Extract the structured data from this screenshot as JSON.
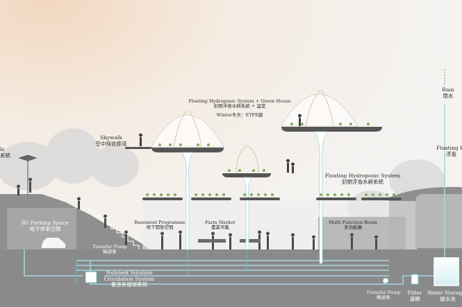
{
  "labels": {
    "parking_en": "B1 Parking Space",
    "parking_zh": "地下停車空間",
    "skywalk_en": "Skywalk",
    "skywalk_zh": "空中採收廊道",
    "greenhouse_en": "Floating Hydroponic System + Green House",
    "greenhouse_zh": "封閉浮島水耕系統 + 溫室",
    "winter": "Winter冬天：ETFE膜",
    "hydroponic_en": "Floating Hydroponic System",
    "hydroponic_zh": "封閉浮島水耕系統",
    "basement_en": "Basement Programme",
    "basement_zh": "地下開放空間",
    "farm_en": "Farm Market",
    "farm_zh": "農業市集",
    "multi_en": "Multi Function Room",
    "multi_zh": "多功能廳",
    "pump_left_en": "Transfer Pump",
    "pump_left_zh": "輸送泵",
    "nutrient_en1": "Nutrient Solution",
    "nutrient_en2": "Circulation System",
    "nutrient_zh": "養液系循環系統",
    "pump_right_en": "Transfer Pump",
    "pump_right_zh": "輸送泵",
    "filter_en": "Filter",
    "filter_zh": "濾網",
    "tank_en": "Water Storage Ta",
    "tank_zh": "儲水池",
    "rain_en": "Rain",
    "rain_zh": "雨水",
    "right_cut_en": "Floating H",
    "right_cut_zh": "浮島",
    "left_cut_1": "ls",
    "left_cut_2": "系統"
  },
  "colors": {
    "ground": "#8e8e8e",
    "basement": "#a9a9a9",
    "pipe": "#9ad0d8",
    "pipe_dark": "#5fb6c4",
    "sky_glow": "#f6e2cf",
    "dome": "#ffffff"
  }
}
